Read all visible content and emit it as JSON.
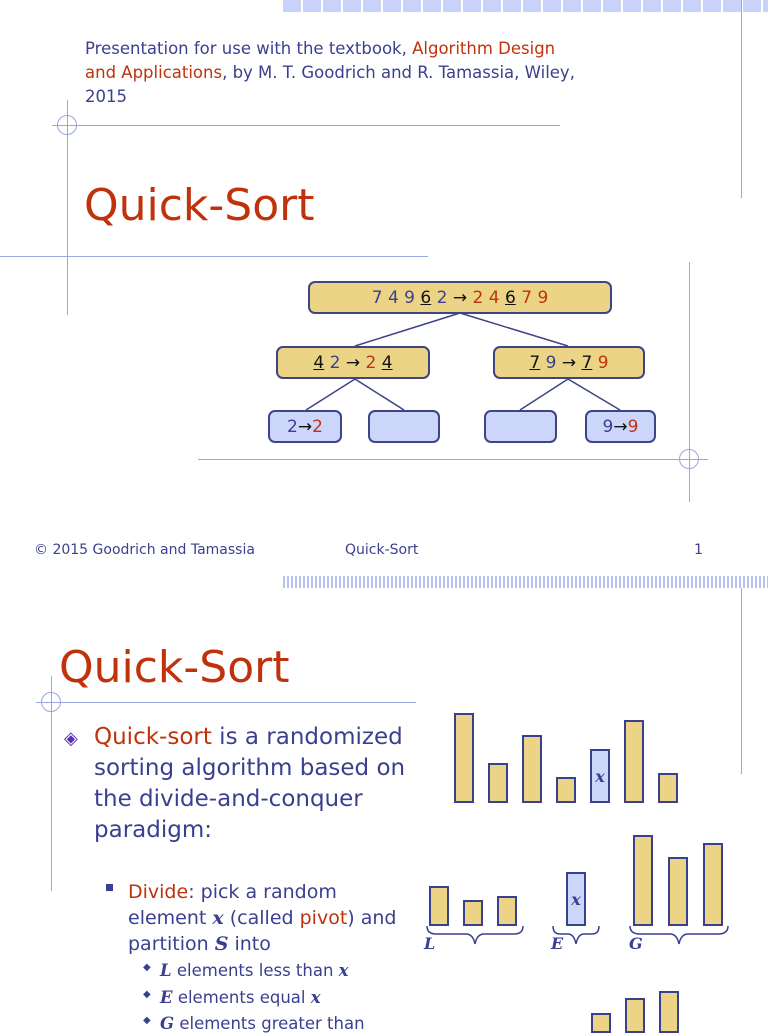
{
  "slide1": {
    "intro_part1": "Presentation for use with the textbook, ",
    "intro_book": "Algorithm Design and Applications",
    "intro_part2": ", by M. T. Goodrich and R. Tamassia, Wiley, 2015",
    "title": "Quick-Sort",
    "tree": {
      "root": [
        "7",
        "4",
        "9",
        "6",
        "2",
        "→",
        "2",
        "4",
        "6",
        "7",
        "9"
      ],
      "left": [
        "4",
        "2",
        "→",
        "2",
        "4"
      ],
      "right": [
        "7",
        "9",
        "→",
        "7",
        "9"
      ],
      "ll": [
        "2",
        "→",
        "2"
      ],
      "rr": [
        "9",
        "→",
        "9"
      ]
    },
    "footer_left": "© 2015 Goodrich and Tamassia",
    "footer_center": "Quick-Sort",
    "footer_right": "1"
  },
  "slide2": {
    "title": "Quick-Sort",
    "b1_term": "Quick-sort",
    "b1_rest": " is a randomized sorting algorithm based on the divide-and-conquer paradigm:",
    "b2_term": "Divide",
    "b2_a": ": pick a random element ",
    "b2_x": "x",
    "b2_b": " (called ",
    "b2_pivot": "pivot",
    "b2_c": ") and partition ",
    "b2_S": "S",
    "b2_d": " into",
    "s1_var": "L",
    "s1_text": " elements less than ",
    "s1_x": "x",
    "s2_var": "E",
    "s2_text": " elements equal ",
    "s2_x": "x",
    "s3_var": "G",
    "s3_text": " elements greater than",
    "fig_x1": "x",
    "fig_x2": "x",
    "fig_L": "L",
    "fig_E": "E",
    "fig_G": "G"
  },
  "colors": {
    "accent": "#c0320b",
    "text": "#3b3f8f",
    "node_yellow": "#ecd487",
    "node_blue": "#ccd6fb"
  }
}
